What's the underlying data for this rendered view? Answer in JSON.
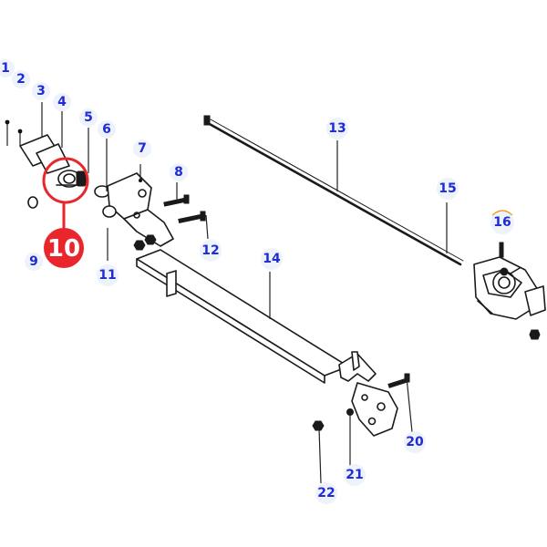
{
  "callouts": [
    {
      "id": "c1",
      "label": "1"
    },
    {
      "id": "c2",
      "label": "2"
    },
    {
      "id": "c3",
      "label": "3"
    },
    {
      "id": "c4",
      "label": "4"
    },
    {
      "id": "c5",
      "label": "5"
    },
    {
      "id": "c6",
      "label": "6"
    },
    {
      "id": "c7",
      "label": "7"
    },
    {
      "id": "c8",
      "label": "8"
    },
    {
      "id": "c9",
      "label": "9"
    },
    {
      "id": "c11",
      "label": "11"
    },
    {
      "id": "c12",
      "label": "12"
    },
    {
      "id": "c13",
      "label": "13"
    },
    {
      "id": "c14",
      "label": "14"
    },
    {
      "id": "c15",
      "label": "15"
    },
    {
      "id": "c16",
      "label": "16"
    },
    {
      "id": "c20",
      "label": "20"
    },
    {
      "id": "c21",
      "label": "21"
    },
    {
      "id": "c22",
      "label": "22"
    }
  ],
  "highlight": {
    "label": "10",
    "color": "#e8262b"
  },
  "colors": {
    "callout_text": "#1f2bd6",
    "callout_bg": "#eef2fb",
    "line": "#1a1a1a"
  }
}
